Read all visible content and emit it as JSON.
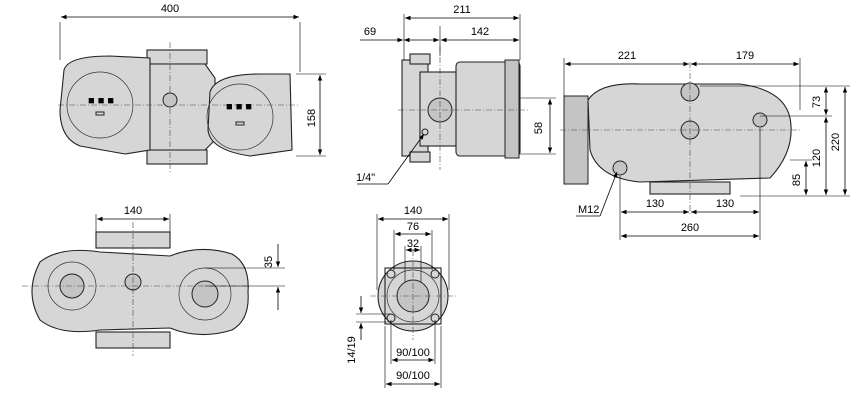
{
  "dimensions": {
    "front_width": "400",
    "front_height": "158",
    "side_width": "211",
    "side_offset": "69",
    "side_body": "142",
    "side_height": "58",
    "thread": "1/4\"",
    "right_left": "221",
    "right_right": "179",
    "right_h73": "73",
    "right_h220": "220",
    "right_h120": "120",
    "right_h85": "85",
    "right_130a": "130",
    "right_130b": "130",
    "right_260": "260",
    "bolt": "M12",
    "top_width": "140",
    "top_offset": "35",
    "flange_140": "140",
    "flange_76": "76",
    "flange_32": "32",
    "flange_hole": "14/19",
    "flange_pcd1": "90/100",
    "flange_pcd2": "90/100"
  },
  "colors": {
    "body": "#d6d6d6",
    "line": "#222222",
    "dim": "#000000"
  }
}
